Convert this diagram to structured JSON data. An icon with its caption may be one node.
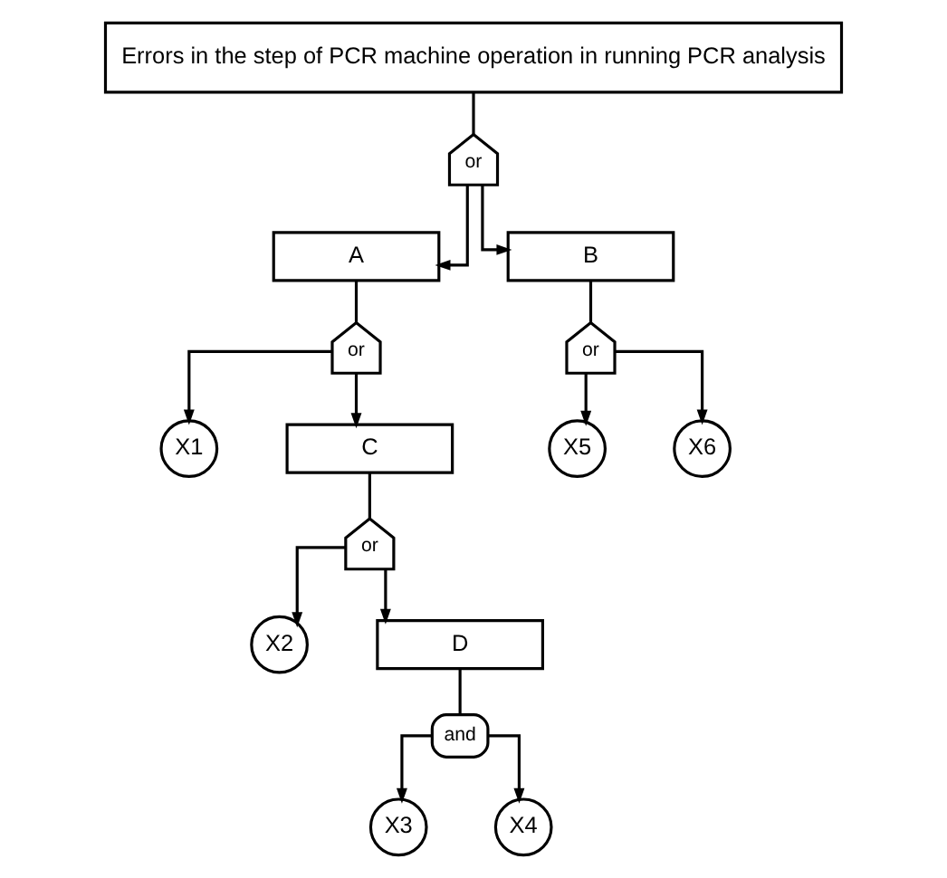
{
  "diagram": {
    "nodes": [
      {
        "text": [
          "Errors in the step of PCR machine operation in running PCR analysis"
        ]
      },
      {
        "text": [
          "or"
        ]
      },
      {
        "text": [
          "A"
        ]
      },
      {
        "text": [
          "B"
        ]
      },
      {
        "text": [
          "or"
        ]
      },
      {
        "text": [
          "X1"
        ]
      },
      {
        "text": [
          "C"
        ]
      },
      {
        "text": [
          "or"
        ]
      },
      {
        "text": [
          "X5"
        ]
      },
      {
        "text": [
          "X6"
        ]
      },
      {
        "text": [
          "or"
        ]
      },
      {
        "text": [
          "X2"
        ]
      },
      {
        "text": [
          "D"
        ]
      },
      {
        "text": [
          "and"
        ]
      },
      {
        "text": [
          "X3"
        ]
      },
      {
        "text": [
          "X4"
        ]
      }
    ],
    "edges": [
      {
        "from": 0,
        "to": 1,
        "arrow": "none"
      },
      {
        "from": 1,
        "to": 2,
        "arrow": "to"
      },
      {
        "from": 1,
        "to": 3,
        "arrow": "to"
      },
      {
        "from": 2,
        "to": 4,
        "arrow": "none"
      },
      {
        "from": 4,
        "to": 5,
        "arrow": "to"
      },
      {
        "from": 4,
        "to": 6,
        "arrow": "to"
      },
      {
        "from": 3,
        "to": 7,
        "arrow": "none"
      },
      {
        "from": 7,
        "to": 8,
        "arrow": "to"
      },
      {
        "from": 7,
        "to": 9,
        "arrow": "to"
      },
      {
        "from": 6,
        "to": 10,
        "arrow": "none"
      },
      {
        "from": 10,
        "to": 11,
        "arrow": "to"
      },
      {
        "from": 10,
        "to": 12,
        "arrow": "to"
      },
      {
        "from": 12,
        "to": 13,
        "arrow": "none"
      },
      {
        "from": 13,
        "to": 14,
        "arrow": "to"
      },
      {
        "from": 13,
        "to": 15,
        "arrow": "to"
      }
    ]
  }
}
